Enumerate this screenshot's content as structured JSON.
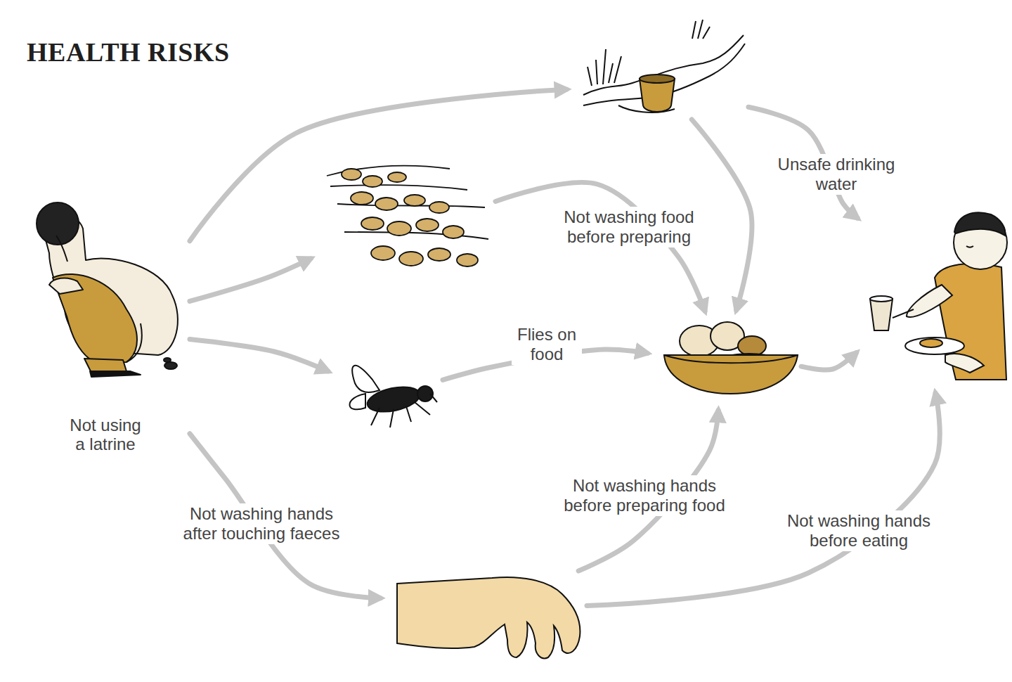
{
  "diagram": {
    "title": "HEALTH RISKS",
    "nodes": [
      {
        "text": [
          "Not using a latrine"
        ]
      },
      {
        "text": []
      },
      {
        "text": []
      },
      {
        "text": []
      },
      {
        "text": []
      },
      {
        "text": []
      },
      {
        "text": []
      }
    ],
    "edges": [
      {
        "from": 0,
        "to": 1,
        "arrow": "to"
      },
      {
        "from": 0,
        "to": 2,
        "arrow": "to"
      },
      {
        "from": 0,
        "to": 3,
        "arrow": "to"
      },
      {
        "from": 2,
        "to": 4,
        "label": "Not washing food before preparing",
        "arrow": "to"
      },
      {
        "from": 1,
        "to": 4,
        "arrow": "to"
      },
      {
        "from": 1,
        "to": 6,
        "label": "Unsafe drinking water",
        "arrow": "to"
      },
      {
        "from": 3,
        "to": 4,
        "label": "Flies on food",
        "arrow": "to"
      },
      {
        "from": 4,
        "to": 6,
        "arrow": "to"
      },
      {
        "from": 0,
        "to": 5,
        "label": "Not washing hands after touching faeces",
        "arrow": "to"
      },
      {
        "from": 5,
        "to": 4,
        "label": "Not washing hands before preparing food",
        "arrow": "to"
      },
      {
        "from": 5,
        "to": 6,
        "label": "Not washing hands before eating",
        "arrow": "to"
      }
    ]
  }
}
